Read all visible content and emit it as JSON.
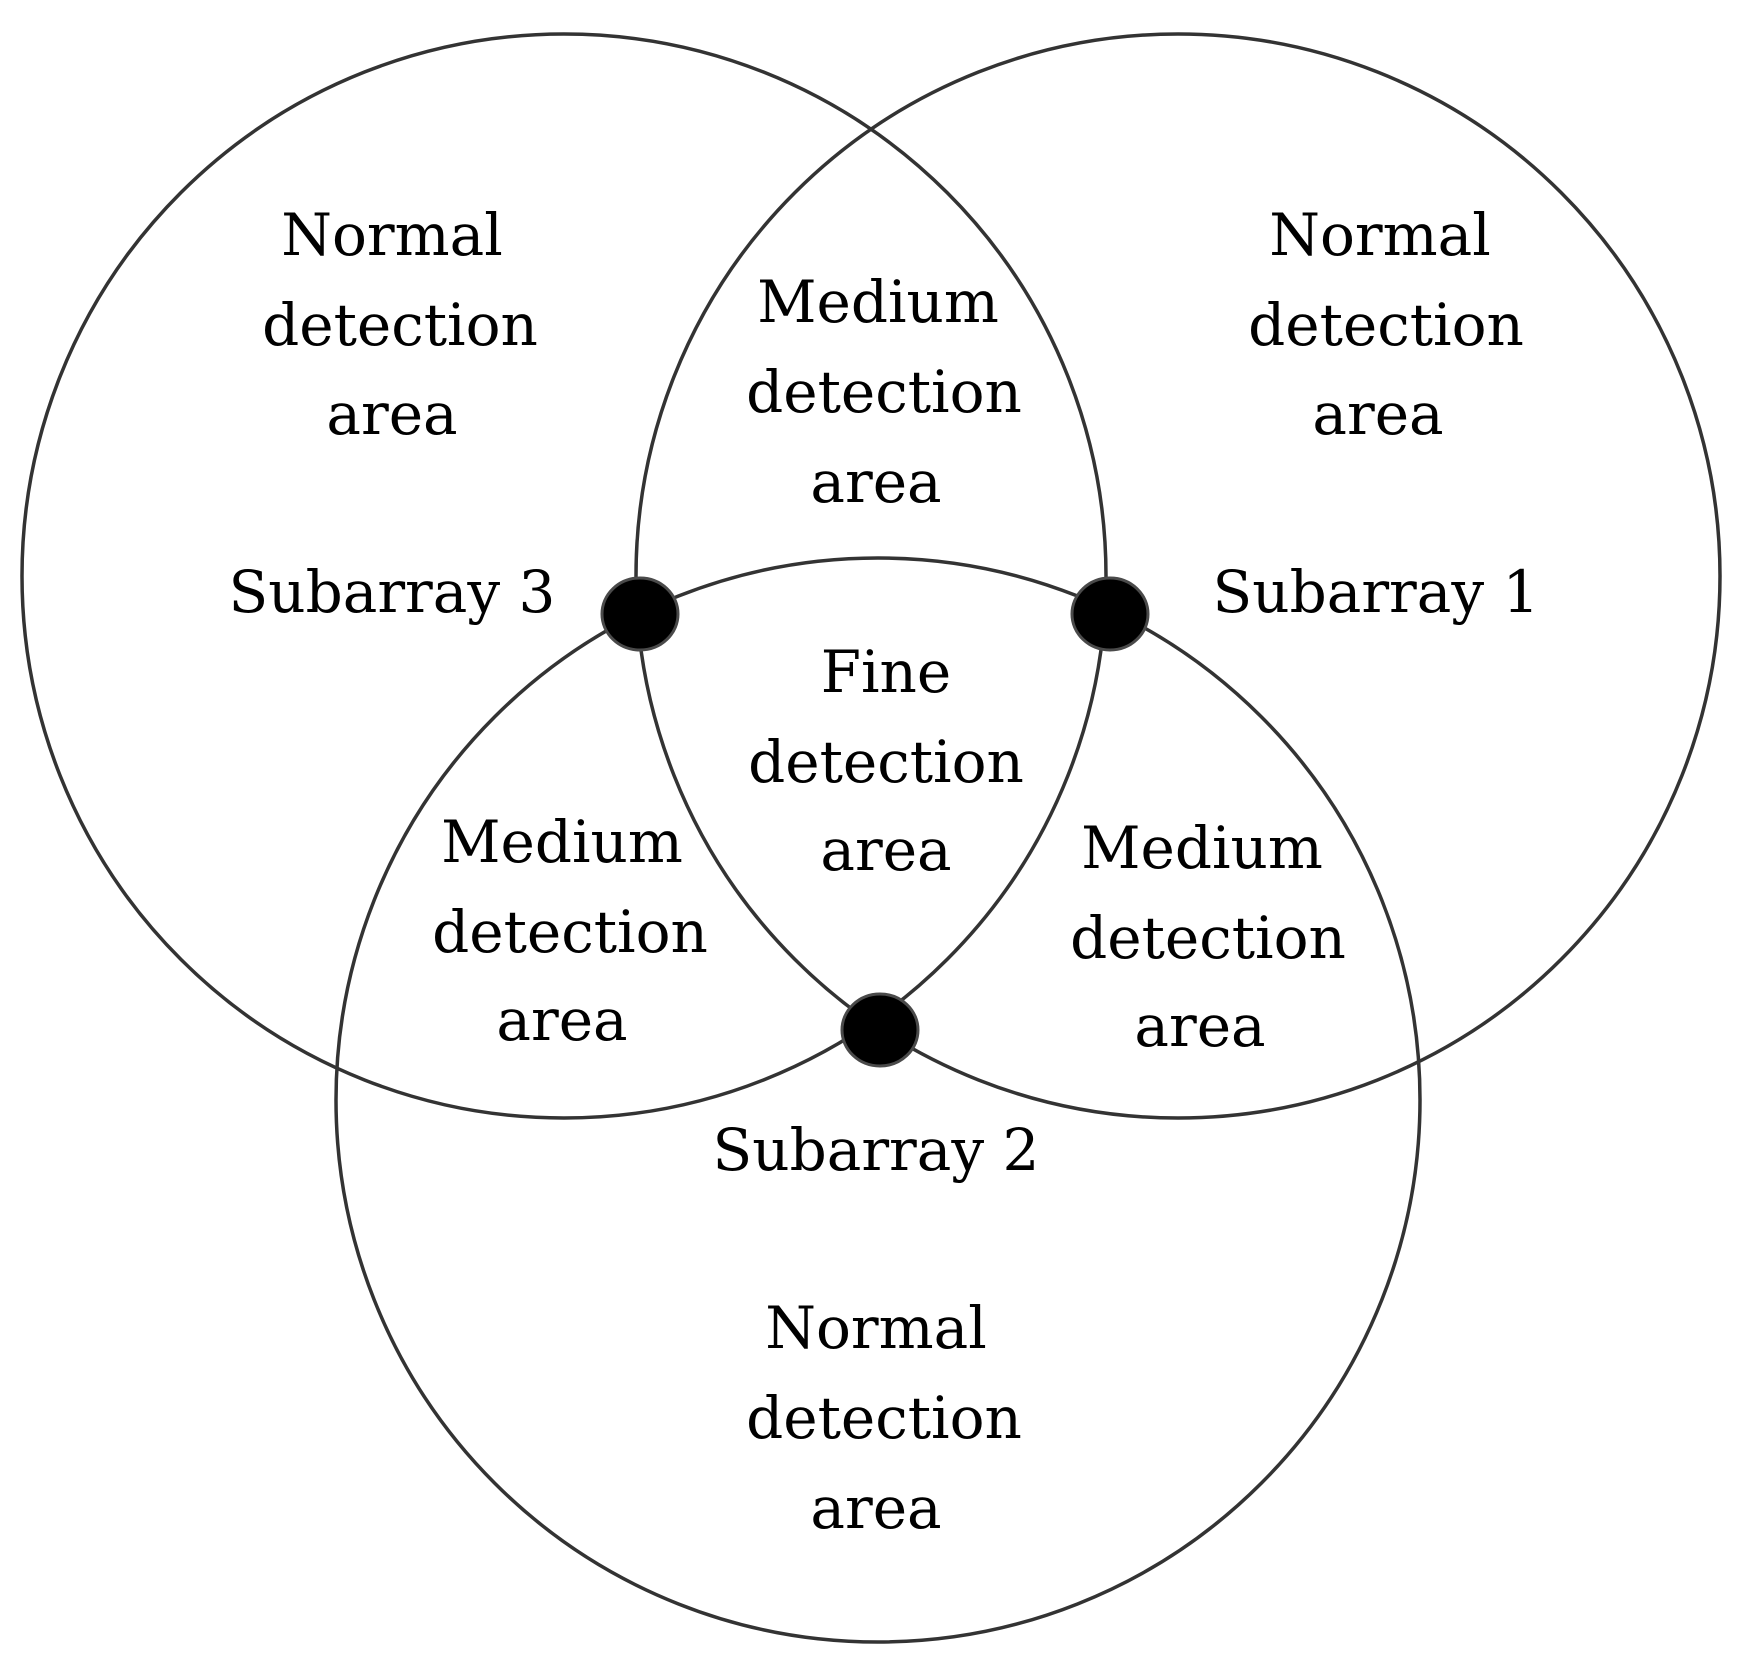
{
  "regions": {
    "normal_top_left": [
      "Normal",
      "detection",
      "area"
    ],
    "normal_top_right": [
      "Normal",
      "detection",
      "area"
    ],
    "normal_bottom": [
      "Normal",
      "detection",
      "area"
    ],
    "medium_top": [
      "Medium",
      "detection",
      "area"
    ],
    "medium_left": [
      "Medium",
      "detection",
      "area"
    ],
    "medium_right": [
      "Medium",
      "detection",
      "area"
    ],
    "fine_center": [
      "Fine",
      "detection",
      "area"
    ]
  },
  "subarrays": {
    "sub1": "Subarray 1",
    "sub2": "Subarray 2",
    "sub3": "Subarray 3"
  },
  "colors": {
    "outline": "#333333",
    "node": "#000000",
    "background": "#ffffff"
  }
}
